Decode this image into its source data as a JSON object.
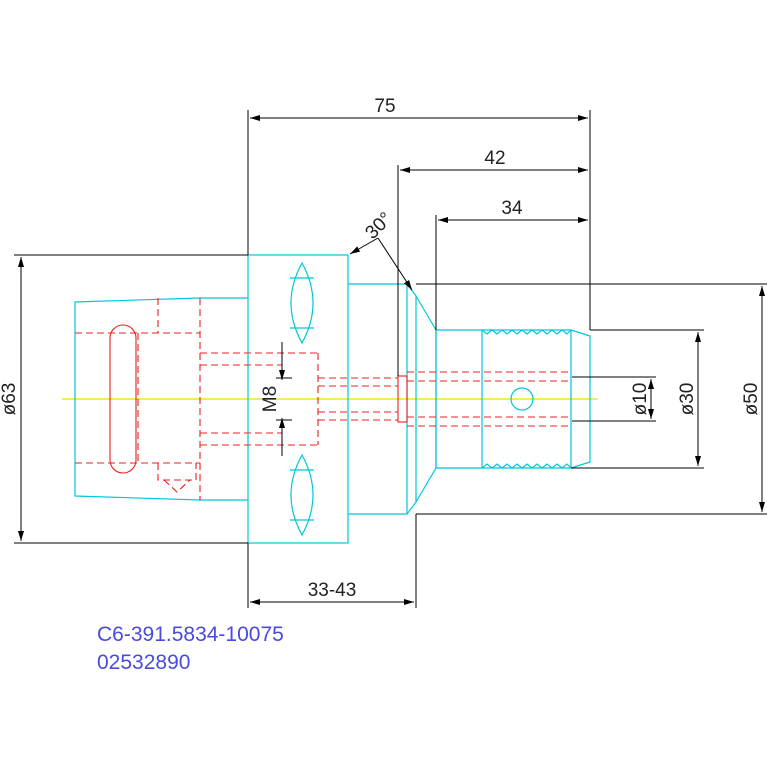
{
  "colors": {
    "outline": "#00c8d8",
    "hidden": "#e82020",
    "centerline": "#e8e000",
    "dimension": "#000000",
    "label": "#4a4ae0"
  },
  "dimensions": {
    "overall_length": "75",
    "length_42": "42",
    "length_34": "34",
    "angle": "30°",
    "diameter_63": "ø63",
    "diameter_50": "ø50",
    "diameter_30": "ø30",
    "diameter_10": "ø10",
    "thread": "M8",
    "gauge_range": "33-43"
  },
  "part": {
    "number": "C6-391.5834-10075",
    "code": "02532890"
  }
}
